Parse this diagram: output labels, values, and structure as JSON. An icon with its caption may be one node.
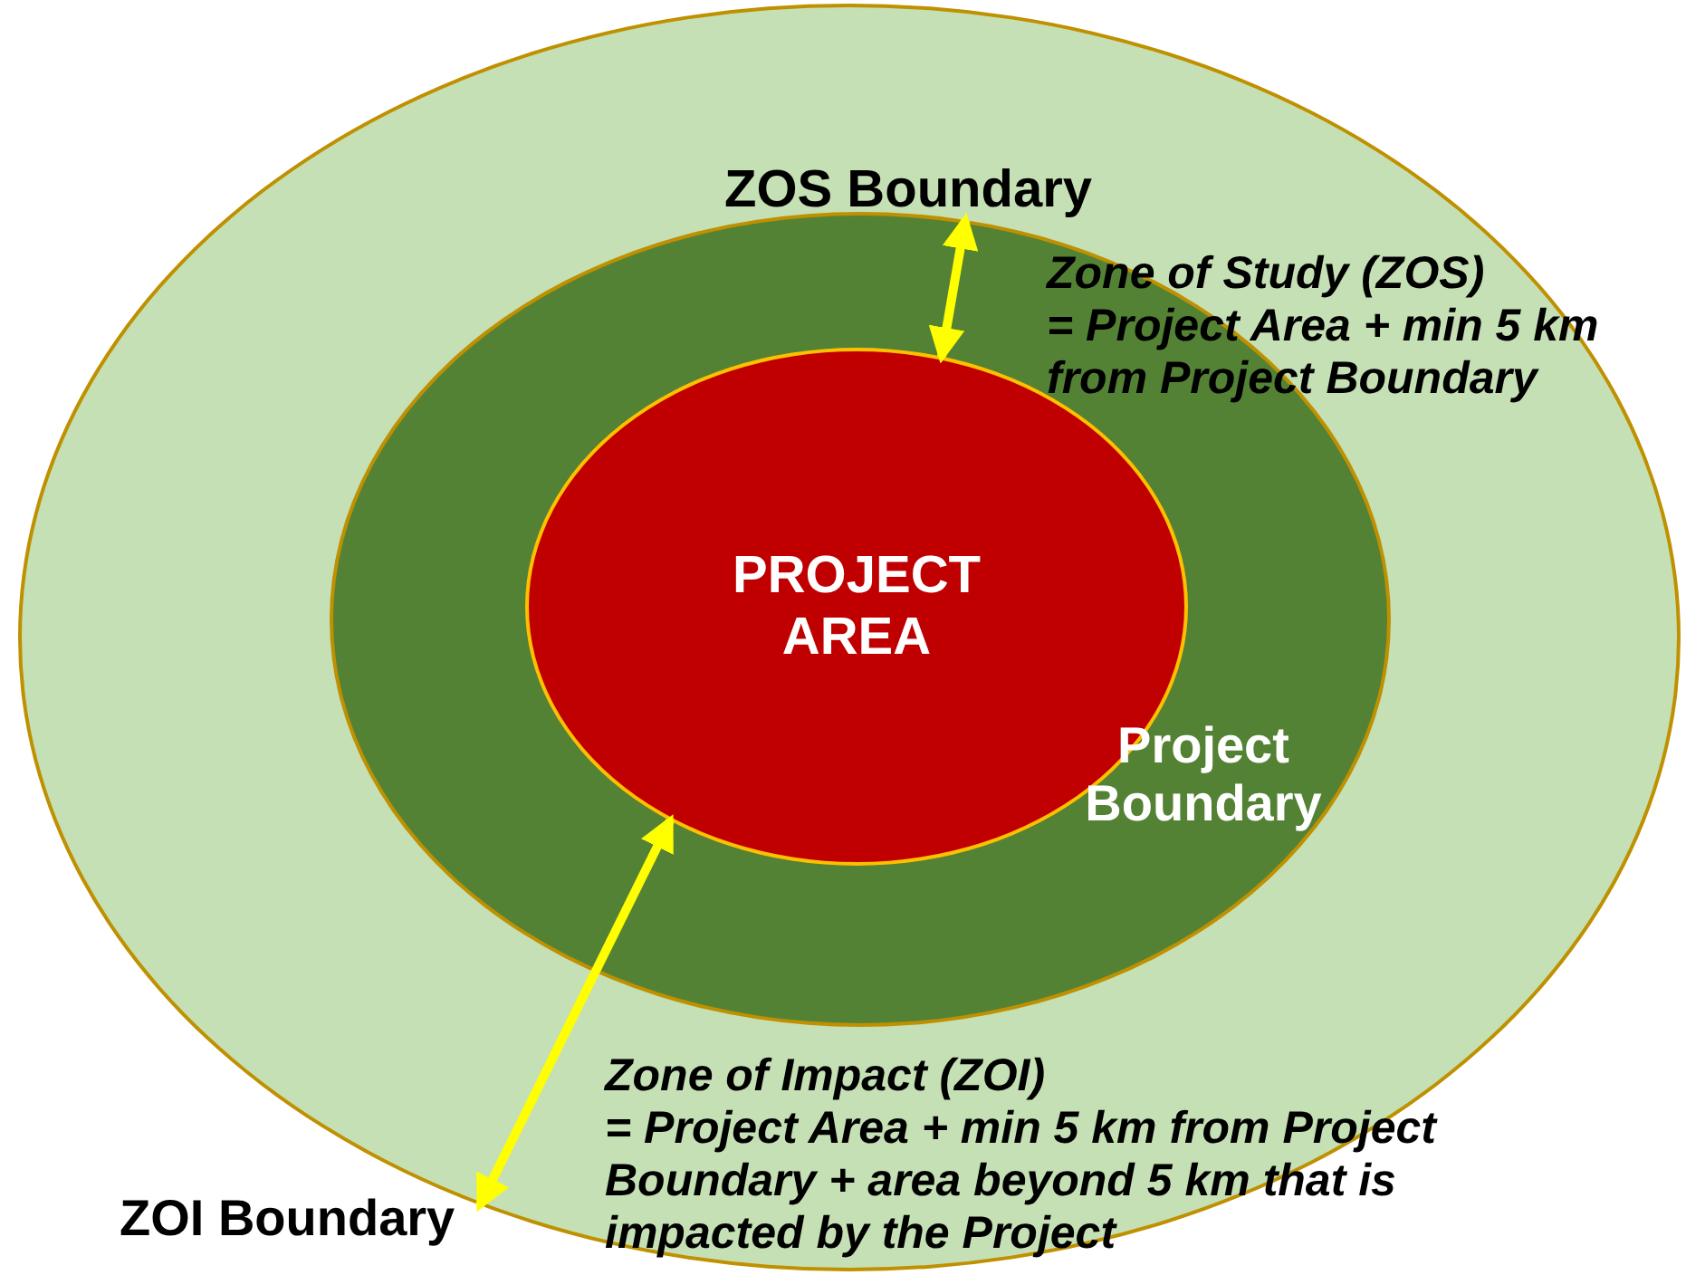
{
  "diagram": {
    "nodes": [
      {
        "text": [],
        "shape": "circle"
      },
      {
        "text": [],
        "shape": "circle",
        "in": 0
      },
      {
        "text": [
          "PROJECT AREA"
        ],
        "in": 1
      }
    ],
    "edges": [
      {
        "from": 1,
        "to": 2,
        "arrow": "both",
        "color": "#ffff00"
      },
      {
        "from": 2,
        "to": 0,
        "arrow": "both",
        "color": "#ffff00"
      }
    ],
    "labels": [
      "ZOS Boundary",
      "Zone of Study (ZOS)",
      "= Project Area + min 5 km from Project Boundary",
      "Project Boundary",
      "Zone of Impact (ZOI)",
      "= Project Area + min 5 km from Project Boundary + area beyond 5 km that is impacted by the Project",
      "ZOI Boundary"
    ]
  }
}
